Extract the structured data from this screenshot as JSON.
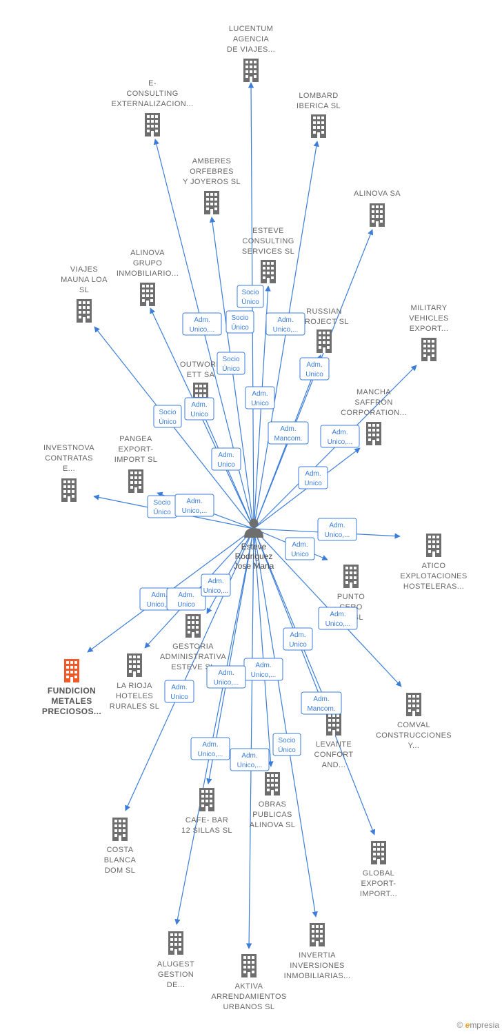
{
  "center": {
    "name": [
      "Esteve",
      "Rodriguez",
      "Jose Maria"
    ]
  },
  "colors": {
    "edge": "#3b7dd8",
    "building": "#6e6e6e",
    "highlight": "#f05a28"
  },
  "companies": [
    {
      "id": "lucentum",
      "label": [
        "LUCENTUM",
        "AGENCIA",
        "DE VIAJES..."
      ]
    },
    {
      "id": "e-consulting",
      "label": [
        "E-",
        "CONSULTING",
        "EXTERNALIZACION..."
      ]
    },
    {
      "id": "lombard",
      "label": [
        "LOMBARD",
        "IBERICA  SL"
      ]
    },
    {
      "id": "amberes",
      "label": [
        "AMBERES",
        "ORFEBRES",
        "Y JOYEROS  SL"
      ]
    },
    {
      "id": "alinova-sa",
      "label": [
        "ALINOVA SA"
      ]
    },
    {
      "id": "esteve-consulting",
      "label": [
        "ESTEVE",
        "CONSULTING",
        "SERVICES SL"
      ]
    },
    {
      "id": "alinova-grupo",
      "label": [
        "ALINOVA",
        "GRUPO",
        "INMOBILIARIO..."
      ]
    },
    {
      "id": "viajes-mauna",
      "label": [
        "VIAJES",
        "MAUNA LOA",
        "SL"
      ]
    },
    {
      "id": "russian",
      "label": [
        "RUSSIAN",
        "PROJECT SL"
      ]
    },
    {
      "id": "military",
      "label": [
        "MILITARY",
        "VEHICLES",
        "EXPORT..."
      ]
    },
    {
      "id": "outwork",
      "label": [
        "OUTWORK",
        "ETT SA"
      ]
    },
    {
      "id": "mancha",
      "label": [
        "MANCHA",
        "SAFFRON",
        "CORPORATION..."
      ]
    },
    {
      "id": "pangea",
      "label": [
        "PANGEA",
        "EXPORT-",
        "IMPORT  SL"
      ]
    },
    {
      "id": "investnova",
      "label": [
        "INVESTNOVA",
        "CONTRATAS",
        "E..."
      ]
    },
    {
      "id": "atico",
      "label": [
        "ATICO",
        "EXPLOTACIONES",
        "HOSTELERAS..."
      ]
    },
    {
      "id": "punto-cero",
      "label": [
        "PUNTO",
        "CERO",
        "...E SL"
      ]
    },
    {
      "id": "fundicion",
      "label": [
        "FUNDICION",
        "METALES",
        "PRECIOSOS..."
      ],
      "highlight": true
    },
    {
      "id": "la-rioja",
      "label": [
        "LA RIOJA",
        "HOTELES",
        "RURALES  SL"
      ]
    },
    {
      "id": "gestoria",
      "label": [
        "GESTORIA",
        "ADMINISTRATIVA",
        "ESTEVE  SL"
      ]
    },
    {
      "id": "comval",
      "label": [
        "COMVAL",
        "CONSTRUCCIONES",
        "Y..."
      ]
    },
    {
      "id": "levante",
      "label": [
        "LEVANTE",
        "CONFORT",
        "AND..."
      ]
    },
    {
      "id": "cafe-bar",
      "label": [
        "CAFE- BAR",
        "12 SILLAS  SL"
      ]
    },
    {
      "id": "obras",
      "label": [
        "OBRAS",
        "PUBLICAS",
        "ALINOVA  SL"
      ]
    },
    {
      "id": "costa-blanca",
      "label": [
        "COSTA",
        "BLANCA",
        "DOM  SL"
      ]
    },
    {
      "id": "global-export",
      "label": [
        "GLOBAL",
        "EXPORT-",
        "IMPORT..."
      ]
    },
    {
      "id": "alugest",
      "label": [
        "ALUGEST",
        "GESTION",
        "DE..."
      ]
    },
    {
      "id": "aktiva",
      "label": [
        "AKTIVA",
        "ARRENDAMIENTOS",
        "URBANOS  SL"
      ]
    },
    {
      "id": "invertia",
      "label": [
        "INVERTIA",
        "INVERSIONES",
        "INMOBILIARIAS..."
      ]
    }
  ],
  "relations": [
    {
      "text": [
        "Adm.",
        "Unico,..."
      ]
    },
    {
      "text": [
        "Socio",
        "Único"
      ]
    },
    {
      "text": [
        "Socio",
        "Único"
      ]
    },
    {
      "text": [
        "Adm.",
        "Unico,..."
      ]
    },
    {
      "text": [
        "Socio",
        "Único"
      ]
    },
    {
      "text": [
        "Adm.",
        "Unico"
      ]
    },
    {
      "text": [
        "Socio",
        "Único"
      ]
    },
    {
      "text": [
        "Adm.",
        "Unico"
      ]
    },
    {
      "text": [
        "Adm.",
        "Unico"
      ]
    },
    {
      "text": [
        "Adm.",
        "Mancom."
      ]
    },
    {
      "text": [
        "Adm.",
        "Unico,..."
      ]
    },
    {
      "text": [
        "Adm.",
        "Unico"
      ]
    },
    {
      "text": [
        "Adm.",
        "Unico"
      ]
    },
    {
      "text": [
        "Socio",
        "Único"
      ]
    },
    {
      "text": [
        "Adm.",
        "Unico,..."
      ]
    },
    {
      "text": [
        "Adm.",
        "Unico,..."
      ]
    },
    {
      "text": [
        "Adm.",
        "Unico"
      ]
    },
    {
      "text": [
        "Adm.",
        "Unico,..."
      ]
    },
    {
      "text": [
        "Adm.",
        "Unico,..."
      ]
    },
    {
      "text": [
        "Adm.",
        "Unico"
      ]
    },
    {
      "text": [
        "Adm.",
        "Unico,..."
      ]
    },
    {
      "text": [
        "Adm.",
        "Unico"
      ]
    },
    {
      "text": [
        "Adm.",
        "Unico,..."
      ]
    },
    {
      "text": [
        "Adm.",
        "Unico,..."
      ]
    },
    {
      "text": [
        "Adm.",
        "Unico"
      ]
    },
    {
      "text": [
        "Adm.",
        "Mancom."
      ]
    },
    {
      "text": [
        "Adm.",
        "Unico,..."
      ]
    },
    {
      "text": [
        "Adm.",
        "Unico,..."
      ]
    },
    {
      "text": [
        "Socio",
        "Único"
      ]
    }
  ],
  "footer": {
    "copyright": "©",
    "brand_initial": "e",
    "brand_rest": "mpresia"
  }
}
